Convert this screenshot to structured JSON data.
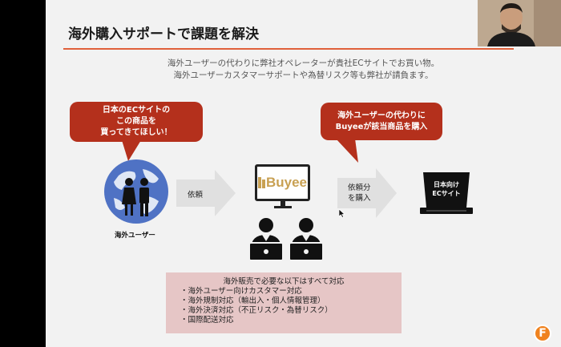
{
  "slide": {
    "title": "海外購入サポートで課題を解決",
    "intro_line1": "海外ユーザーの代わりに弊社オペレーターが貴社ECサイトでお買い物。",
    "intro_line2": "海外ユーザーカスタマーサポートや為替リスク等も弊社が請負ます。"
  },
  "left_bubble": {
    "line1": "日本のECサイトの",
    "line2": "この商品を",
    "line3": "買ってきてほしい！"
  },
  "right_bubble": {
    "line1": "海外ユーザーの代わりに",
    "line2": "Buyeeが該当商品を購入"
  },
  "overseas_user_label": "海外ユーザー",
  "arrow1": {
    "label": "依頼"
  },
  "arrow2": {
    "line1": "依頼分",
    "line2": "を購入"
  },
  "buyee_logo": "Buyee",
  "terminal": {
    "line1": "日本向け",
    "line2": "ECサイト"
  },
  "support_box": {
    "title": "海外販売で必要な以下はすべて対応",
    "items": [
      "・海外ユーザー向けカスタマー対応",
      "・海外規制対応（輸出入・個人情報管理）",
      "・海外決済対応（不正リスク・為替リスク）",
      "・国際配送対応"
    ]
  },
  "channel_logo": "F",
  "colors": {
    "accent": "#e0603a",
    "bubble": "#b4301c",
    "arrow": "#e0e0e0",
    "globe": "#4f72c4"
  }
}
